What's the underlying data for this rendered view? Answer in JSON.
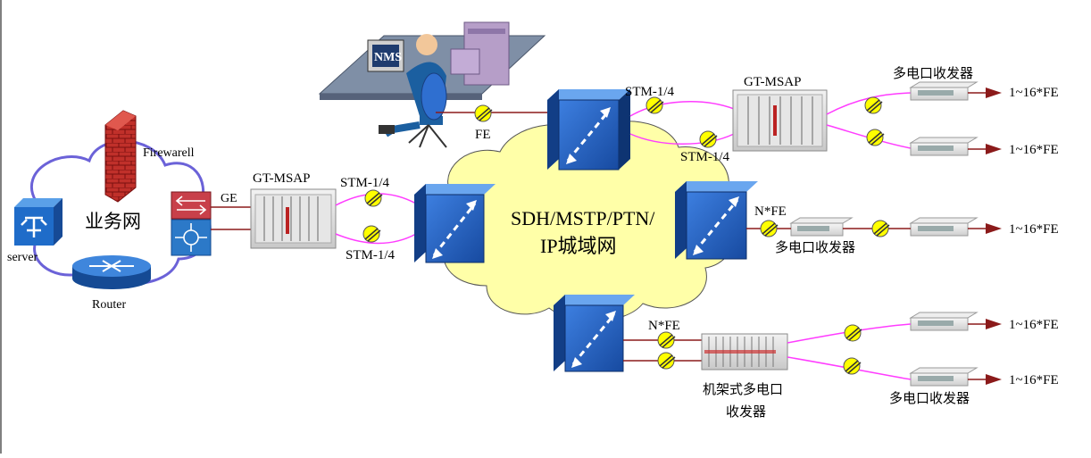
{
  "cloud": {
    "line1": "SDH/MSTP/PTN/",
    "line2": "IP城域网"
  },
  "business_net": {
    "label": "业务网",
    "firewall_label": "Firewarell",
    "server_label": "server",
    "router_label": "Router"
  },
  "links": {
    "ge": "GE",
    "fe": "FE",
    "stm_left_top": "STM-1/4",
    "stm_left_bottom": "STM-1/4",
    "stm_top_left": "STM-1/4",
    "stm_top_bottom": "STM-1/4",
    "nfe_right": "N*FE",
    "nfe_bottom": "N*FE"
  },
  "devices": {
    "msap_left": "GT-MSAP",
    "msap_top": "GT-MSAP",
    "nms_screen": "NMS",
    "transceiver_top": "多电口收发器",
    "transceiver_mid": "多电口收发器",
    "transceiver_bottom": "多电口收发器",
    "rack_line1": "机架式多电口",
    "rack_line2": "收发器"
  },
  "outputs": [
    "1~16*FE",
    "1~16*FE",
    "1~16*FE",
    "1~16*FE",
    "1~16*FE"
  ],
  "colors": {
    "cloud_fill": "#ffffa8",
    "switch_blue": "#1f5fbf",
    "fiber": "#ff3cff",
    "copper": "#8b1a1a",
    "business_cloud": "#6b62d8",
    "firewall": "#c0302a",
    "fiber_marker": "#ffff00"
  }
}
